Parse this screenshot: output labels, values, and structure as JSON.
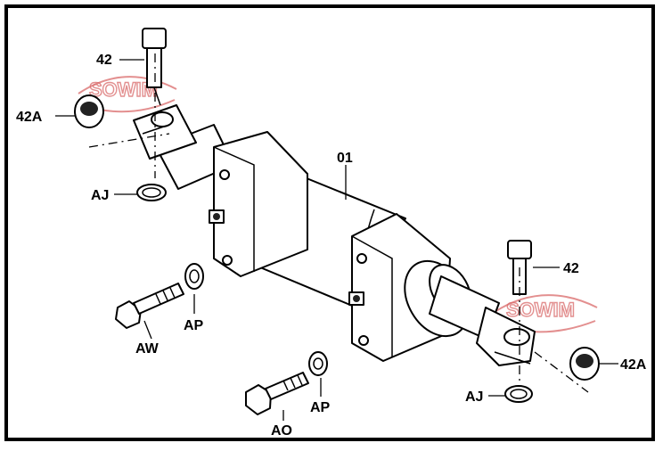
{
  "labels": {
    "cylinder": "01",
    "bolt_top": "42",
    "bush_top": "42A",
    "clip_top": "AJ",
    "bolt_right": "42",
    "bush_right": "42A",
    "clip_right": "AJ",
    "washer_left": "AP",
    "bolt_aw": "AW",
    "washer_right": "AP",
    "bolt_ao": "AO"
  },
  "watermark": {
    "text": "SOWIM",
    "color": "#d96a6a"
  },
  "colors": {
    "line": "#000000",
    "background": "#ffffff"
  }
}
